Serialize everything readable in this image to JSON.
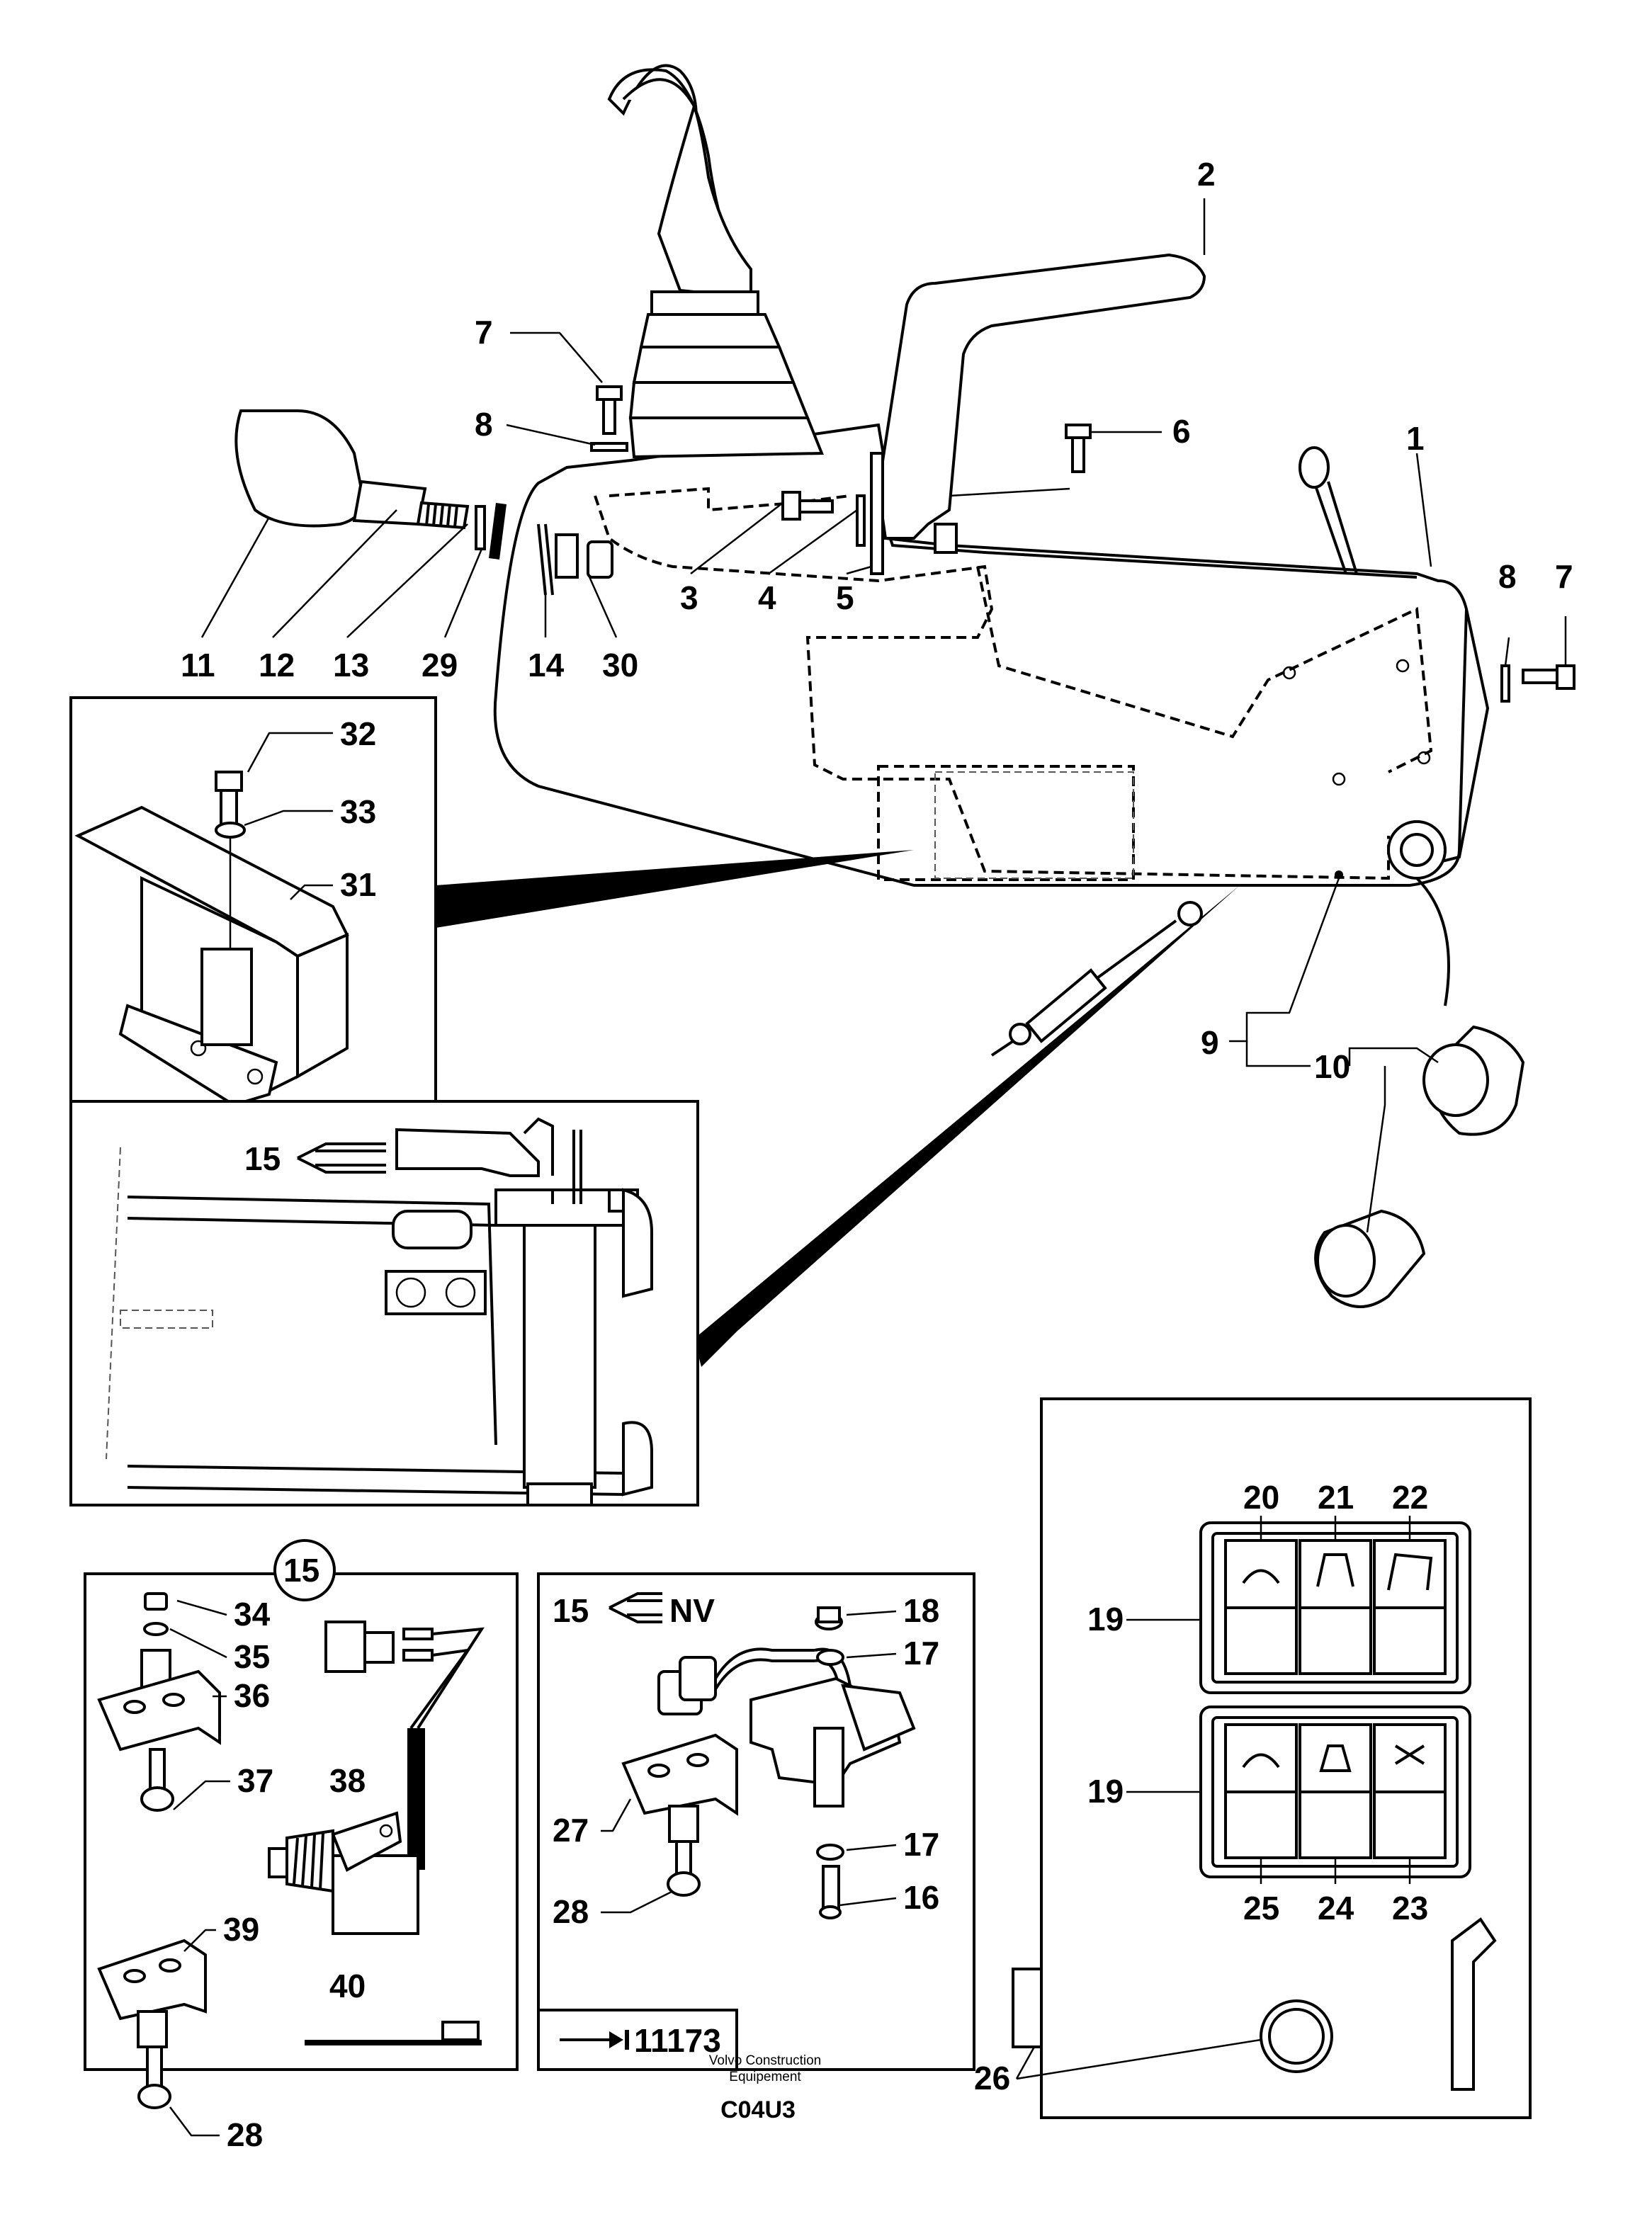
{
  "callouts": {
    "c1": "1",
    "c2": "2",
    "c3": "3",
    "c4": "4",
    "c5": "5",
    "c6": "6",
    "c7a": "7",
    "c7b": "7",
    "c8a": "8",
    "c8b": "8",
    "c9": "9",
    "c10": "10",
    "c11": "11",
    "c12": "12",
    "c13": "13",
    "c14": "14",
    "c29": "29",
    "c30": "30",
    "c31": "31",
    "c32": "32",
    "c33": "33",
    "c15a": "15",
    "c15b": "15",
    "c15c": "15",
    "c16": "16",
    "c17a": "17",
    "c17b": "17",
    "c18": "18",
    "c19a": "19",
    "c19b": "19",
    "c20": "20",
    "c21": "21",
    "c22": "22",
    "c23": "23",
    "c24": "24",
    "c25": "25",
    "c26": "26",
    "c27": "27",
    "c28a": "28",
    "c28b": "28",
    "c34": "34",
    "c35": "35",
    "c36": "36",
    "c37": "37",
    "c38": "38",
    "c39": "39",
    "c40": "40"
  },
  "labels": {
    "nv": "NV",
    "ref": "11173"
  },
  "footer": {
    "line1": "Volvo Construction",
    "line2": "Equipement",
    "code": "C04U3"
  }
}
